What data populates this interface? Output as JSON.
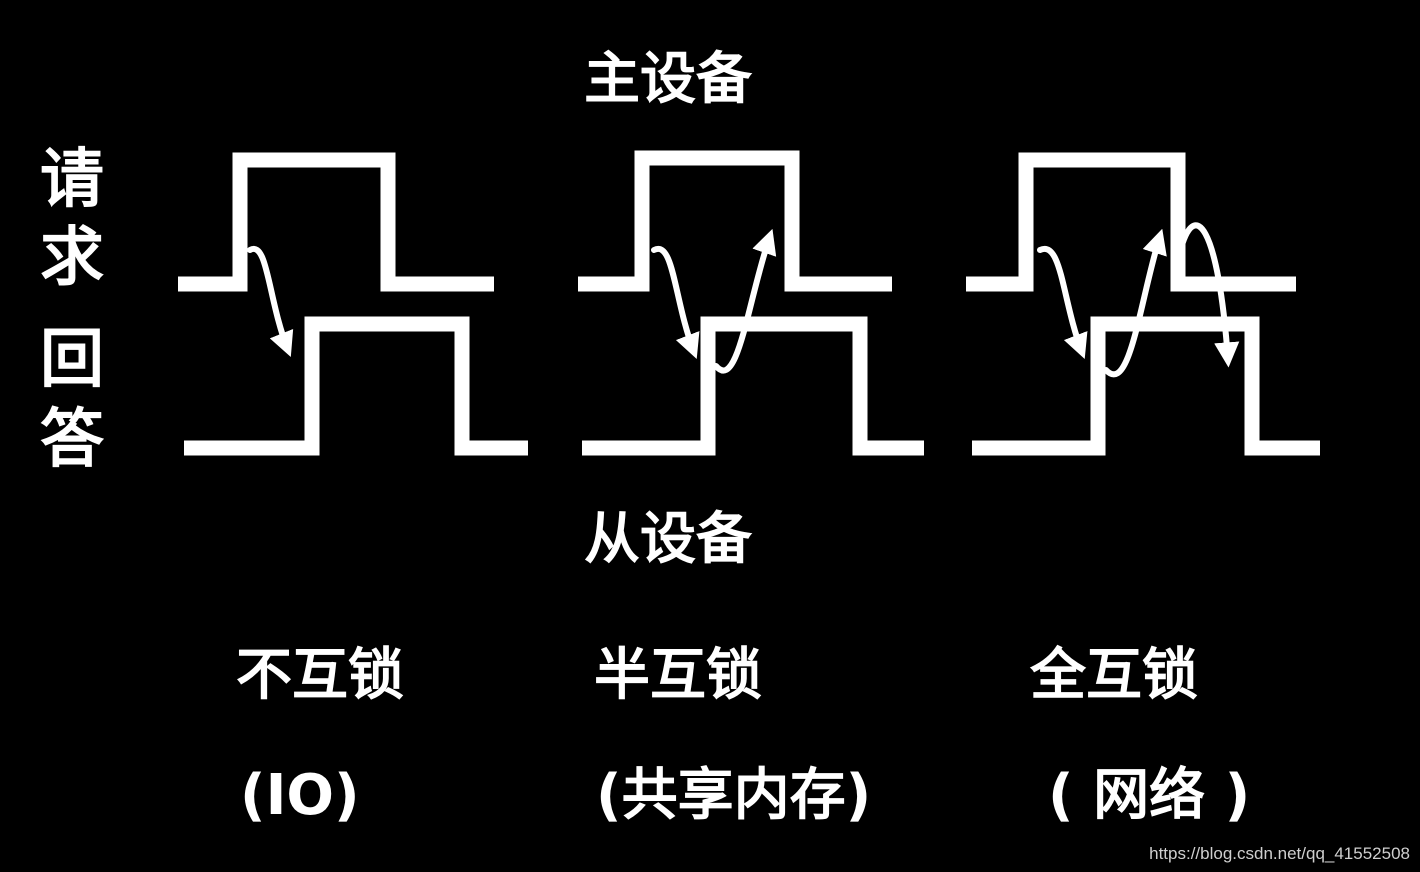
{
  "top_label": "主设备",
  "bottom_label": "从设备",
  "side": {
    "request_chars": [
      "请",
      "求"
    ],
    "answer_chars": [
      "回",
      "答"
    ]
  },
  "modes": [
    {
      "name": "不互锁",
      "example": "(IO)"
    },
    {
      "name": "半互锁",
      "example": "(共享内存)"
    },
    {
      "name": "全互锁",
      "example": "( 网络 )"
    }
  ],
  "watermark": "https://blog.csdn.net/qq_41552508",
  "colors": {
    "background": "#000000",
    "foreground": "#ffffff"
  }
}
